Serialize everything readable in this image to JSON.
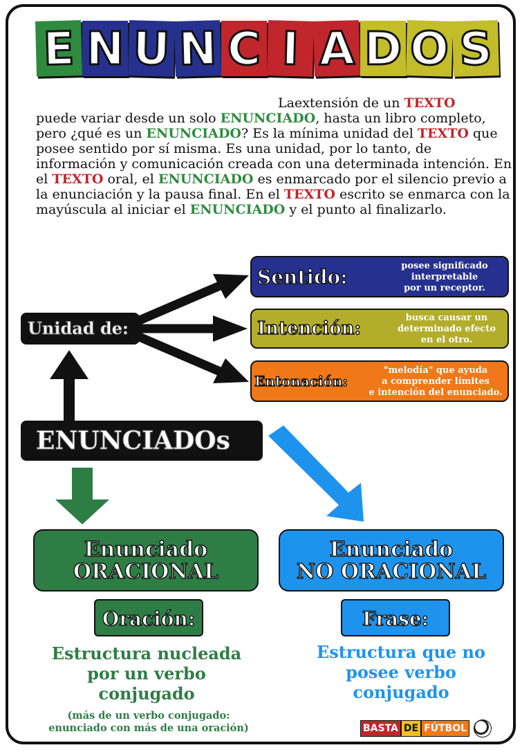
{
  "title": {
    "letters": [
      {
        "char": "E",
        "color": "#2e8b3e"
      },
      {
        "char": "N",
        "color": "#26318f"
      },
      {
        "char": "U",
        "color": "#26318f"
      },
      {
        "char": "N",
        "color": "#26318f"
      },
      {
        "char": "C",
        "color": "#c0262b"
      },
      {
        "char": "I",
        "color": "#c0262b"
      },
      {
        "char": "A",
        "color": "#c0262b"
      },
      {
        "char": "D",
        "color": "#c3bd2a"
      },
      {
        "char": "O",
        "color": "#c3bd2a"
      },
      {
        "char": "S",
        "color": "#c3bd2a"
      }
    ]
  },
  "intro": {
    "p1": "La",
    "p2": "extensión de un ",
    "kw_texto": "TEXTO",
    "p3": " puede variar desde un solo ",
    "kw_enunciado": "ENUNCIADO",
    "p4": ", hasta un libro completo, pero ¿qué es un ",
    "p5": "? Es la mínima unidad del ",
    "p6": " que posee sentido por sí misma. Es una unidad, por lo tanto, de información y comunicación creada con una determinada intención. En el ",
    "p7": " oral, el ",
    "p8": " es enmarcado por el silencio previo a la enunciación y la pausa final. En el ",
    "p9": " escrito se enmarca con la mayúscula al iniciar el ",
    "p10": " y el punto al finalizarlo."
  },
  "diagram": {
    "unidad": "Unidad de:",
    "sentido": {
      "label": "Sentido:",
      "desc_1": "posee significado",
      "desc_2": "interpretable",
      "desc_3": "por un receptor."
    },
    "intencion": {
      "label": "Intención:",
      "desc_1": "busca causar un",
      "desc_2": "determinado efecto",
      "desc_3": "en el otro."
    },
    "entonacion": {
      "label": "Entonación:",
      "desc_1": "\"melodía\" que ayuda",
      "desc_2": "a comprender límites",
      "desc_3": "e intención del enunciado."
    },
    "enunciados": "ENUNCIADOs",
    "oracional": {
      "line1": "Enunciado",
      "line2": "ORACIONAL"
    },
    "nooracional": {
      "line1": "Enunciado",
      "line2": "NO ORACIONAL"
    },
    "oracion": "Oración:",
    "frase": "Frase:",
    "struct_green": {
      "l1": "Estructura nucleada",
      "l2": "por un verbo",
      "l3": "conjugado"
    },
    "struct_blue": {
      "l1": "Estructura que no",
      "l2": "posee verbo",
      "l3": "conjugado"
    },
    "note": {
      "l1": "(más de un verbo conjugado:",
      "l2": "enunciado con más de una oración)"
    }
  },
  "logo": {
    "part1": "BASTA",
    "part2": "DE",
    "part3": "FÚTBOL",
    "colors": [
      "#c0262b",
      "#f0c020",
      "#f07818"
    ]
  },
  "colors": {
    "red": "#c0262b",
    "green": "#2e8b3e",
    "blue": "#26318f",
    "olive": "#b3ad2c",
    "orange": "#f07818",
    "sky": "#1e93ee"
  }
}
